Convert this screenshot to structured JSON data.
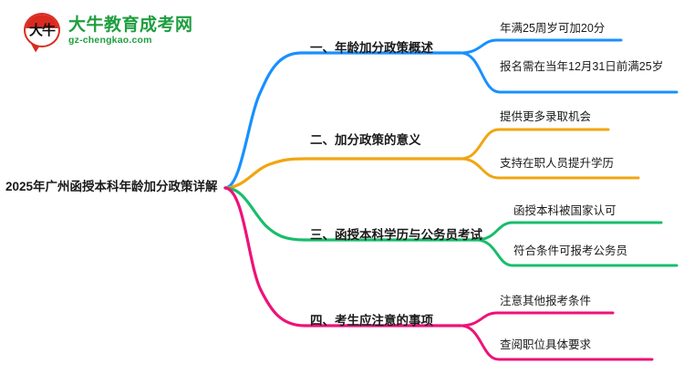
{
  "logo": {
    "mark_text": "大牛",
    "name_cn": "大牛教育成考网",
    "name_en": "gz-chengkao.com",
    "brand_color": "#1f9e3f",
    "mark_color": "#d92b20"
  },
  "mindmap": {
    "root": "2025年广州函授本科年龄加分政策详解",
    "branches": [
      {
        "label": "一、年龄加分政策概述",
        "color": "#1890ff",
        "leaves": [
          "年满25周岁可加20分",
          "报名需在当年12月31日前满25岁"
        ]
      },
      {
        "label": "二、加分政策的意义",
        "color": "#f2a511",
        "leaves": [
          "提供更多录取机会",
          "支持在职人员提升学历"
        ]
      },
      {
        "label": "三、函授本科学历与公务员考试",
        "color": "#18bd6b",
        "leaves": [
          "函授本科被国家认可",
          "符合条件可报考公务员"
        ]
      },
      {
        "label": "四、考生应注意的事项",
        "color": "#ee1278",
        "leaves": [
          "注意其他报考条件",
          "查阅职位具体要求"
        ]
      }
    ]
  }
}
